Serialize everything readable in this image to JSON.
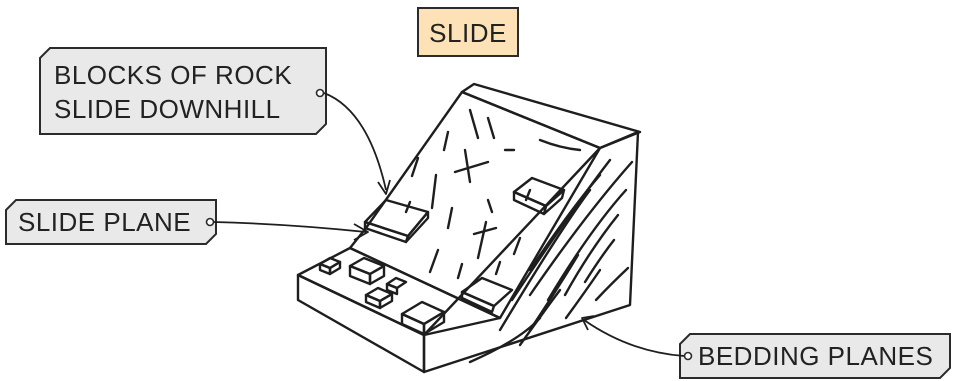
{
  "title": {
    "text": "SLIDE",
    "fill_color": "#fde2b8"
  },
  "labels": {
    "blocks_line1": "BLOCKS OF ROCK",
    "blocks_line2": "SLIDE DOWNHILL",
    "slide_plane": "SLIDE PLANE",
    "bedding_planes": "BEDDING PLANES"
  },
  "colors": {
    "label_box_fill": "#e9e9e9",
    "slope_face": "#e3e1a9",
    "side_face": "#d6d197",
    "grass_top": "#8fdc3c",
    "base_top": "#e6e3b3",
    "block_fill": "#e6e3b0",
    "outline": "#1e1e1e"
  },
  "icons": {
    "pointer_dot": "circle-dot-icon"
  }
}
